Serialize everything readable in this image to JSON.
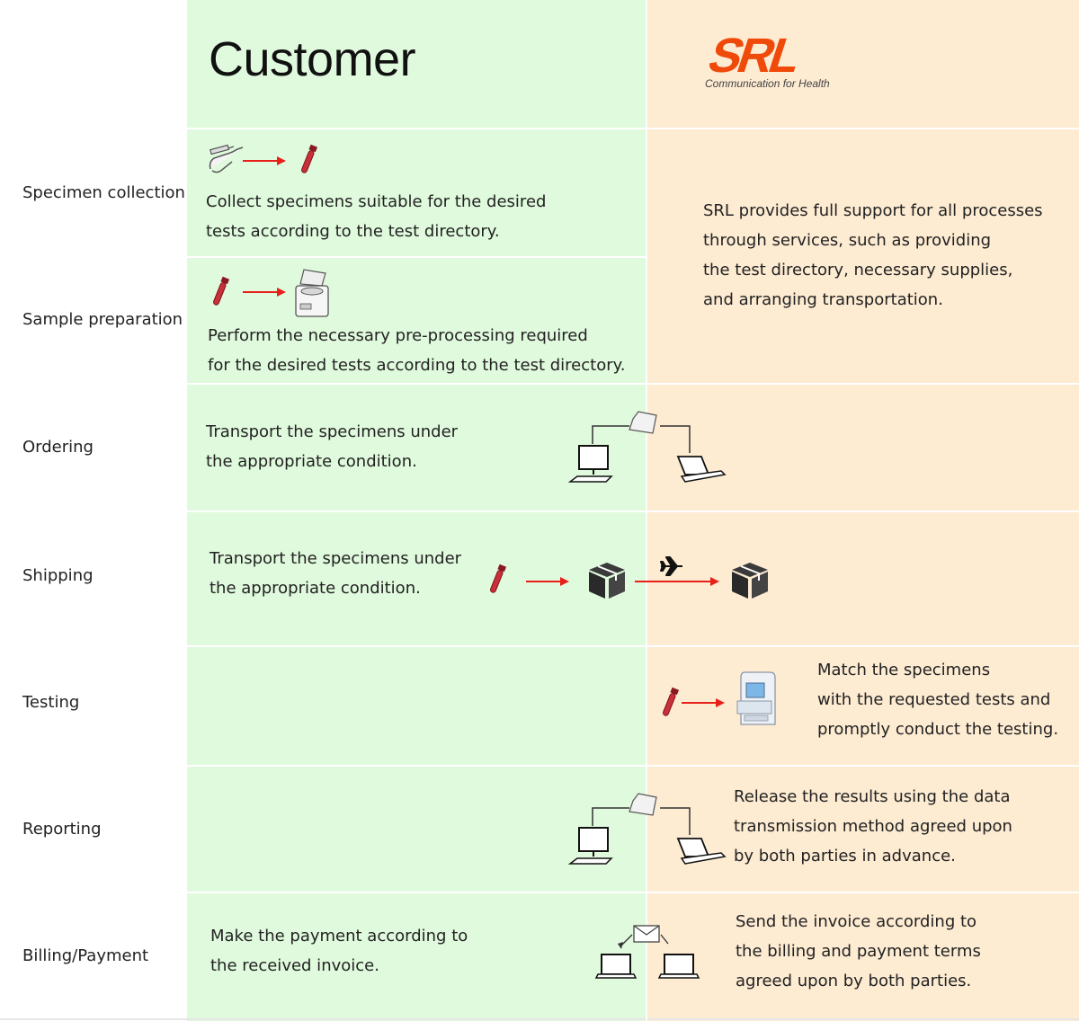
{
  "header": {
    "customer_title": "Customer",
    "srl_logo_text": "SRL",
    "srl_tagline": "Communication for Health"
  },
  "stages": [
    {
      "label": "Specimen collection"
    },
    {
      "label": "Sample preparation"
    },
    {
      "label": "Ordering"
    },
    {
      "label": "Shipping"
    },
    {
      "label": "Testing"
    },
    {
      "label": "Reporting"
    },
    {
      "label": "Billing/Payment"
    }
  ],
  "customer": {
    "collection": [
      "Collect specimens suitable for the desired",
      "tests according to the test directory."
    ],
    "preparation": [
      "Perform the necessary pre-processing required",
      "for the desired tests according to the test directory."
    ],
    "ordering": [
      "Transport the specimens under",
      "the appropriate condition."
    ],
    "shipping": [
      "Transport the specimens under",
      "the appropriate condition."
    ],
    "billing": [
      "Make the payment according to",
      "the received invoice."
    ]
  },
  "srl": {
    "support": [
      "SRL provides full support for all processes",
      "through services, such as providing",
      "the test directory, necessary supplies,",
      "and arranging transportation."
    ],
    "testing": [
      "Match the specimens",
      "with the requested tests and",
      "promptly conduct the testing."
    ],
    "reporting": [
      "Release the results using the data",
      "transmission method agreed upon",
      "by both parties in advance."
    ],
    "billing": [
      "Send the invoice according to",
      "the billing and payment terms",
      "agreed upon by both parties."
    ]
  },
  "colors": {
    "customer_bg": "#e0fadd",
    "srl_bg": "#fdebd2",
    "arrow": "#e8201a",
    "logo": "#f04a0a",
    "tube": "#b01e2a"
  },
  "icons": [
    "syringe-arm-icon",
    "blood-tube-icon",
    "centrifuge-icon",
    "desktop-computer-icon",
    "laptop-icon",
    "folder-icon",
    "package-box-icon",
    "airplane-icon",
    "analyzer-machine-icon",
    "envelope-icon",
    "red-arrow-icon"
  ]
}
